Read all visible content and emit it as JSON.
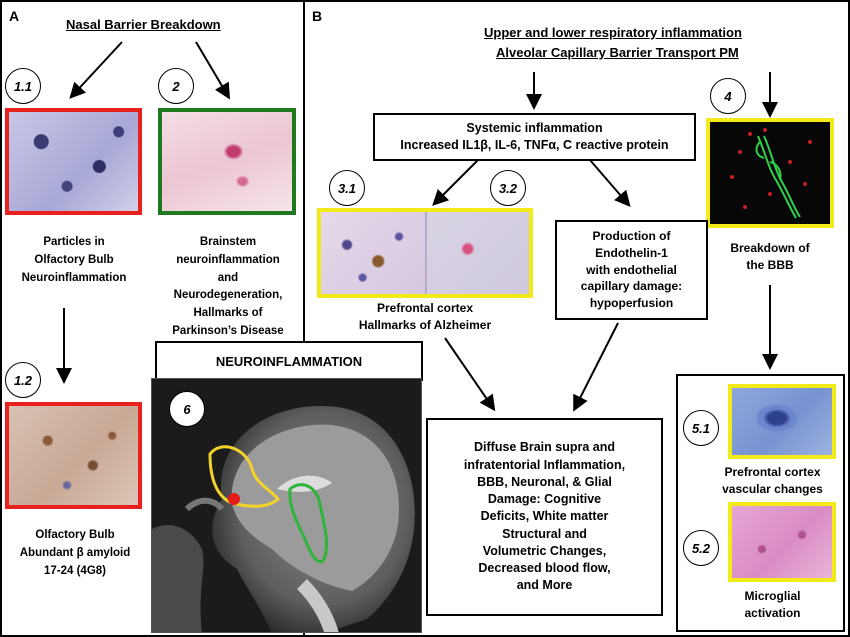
{
  "panel_a": {
    "letter": "A",
    "title": "Nasal Barrier Breakdown",
    "labels": {
      "n11": "1.1",
      "n2": "2",
      "n12": "1.2"
    },
    "caption_1_1": [
      "Particles in",
      "Olfactory Bulb",
      "Neuroinflammation"
    ],
    "caption_2": [
      "Brainstem",
      "neuroinflammation",
      "and",
      "Neurodegeneration,",
      "Hallmarks of",
      "Parkinson’s Disease"
    ],
    "caption_1_2": [
      "Olfactory Bulb",
      "Abundant β amyloid",
      "17-24 (4G8)"
    ]
  },
  "panel_b": {
    "letter": "B",
    "title_lines": [
      "Upper and lower respiratory inflammation",
      "Alveolar Capillary Barrier Transport PM"
    ],
    "systemic_box": [
      "Systemic inflammation",
      "Increased IL1β, IL-6, TNFα, C reactive protein"
    ],
    "labels": {
      "n31": "3.1",
      "n32": "3.2",
      "n4": "4",
      "n51": "5.1",
      "n52": "5.2",
      "n6": "6"
    },
    "caption_3": [
      "Prefrontal cortex",
      "Hallmarks of Alzheimer"
    ],
    "endothelin_box": [
      "Production of",
      "Endothelin-1",
      "with endothelial",
      "capillary  damage:",
      "hypoperfusion"
    ],
    "caption_4": [
      "Breakdown of",
      "the BBB"
    ],
    "caption_5_1": [
      "Prefrontal cortex",
      "vascular changes"
    ],
    "caption_5_2": [
      "Microglial",
      "activation"
    ],
    "neuro_box": "NEUROINFLAMMATION",
    "diffuse_box": [
      "Diffuse Brain supra and",
      "infratentorial Inflammation,",
      "BBB, Neuronal, & Glial",
      "Damage: Cognitive",
      "Deficits, White matter",
      "Structural and",
      "Volumetric Changes,",
      "Decreased blood flow,",
      "and More"
    ]
  },
  "colors": {
    "red_frame": "#e8211f",
    "green_frame": "#1f7a1f",
    "yellow_frame": "#f3ea1a",
    "green_trace": "#2fd14a",
    "mri_yellow": "#f2d32a",
    "mri_green": "#2db43a",
    "mri_dot": "#e31b1b"
  }
}
